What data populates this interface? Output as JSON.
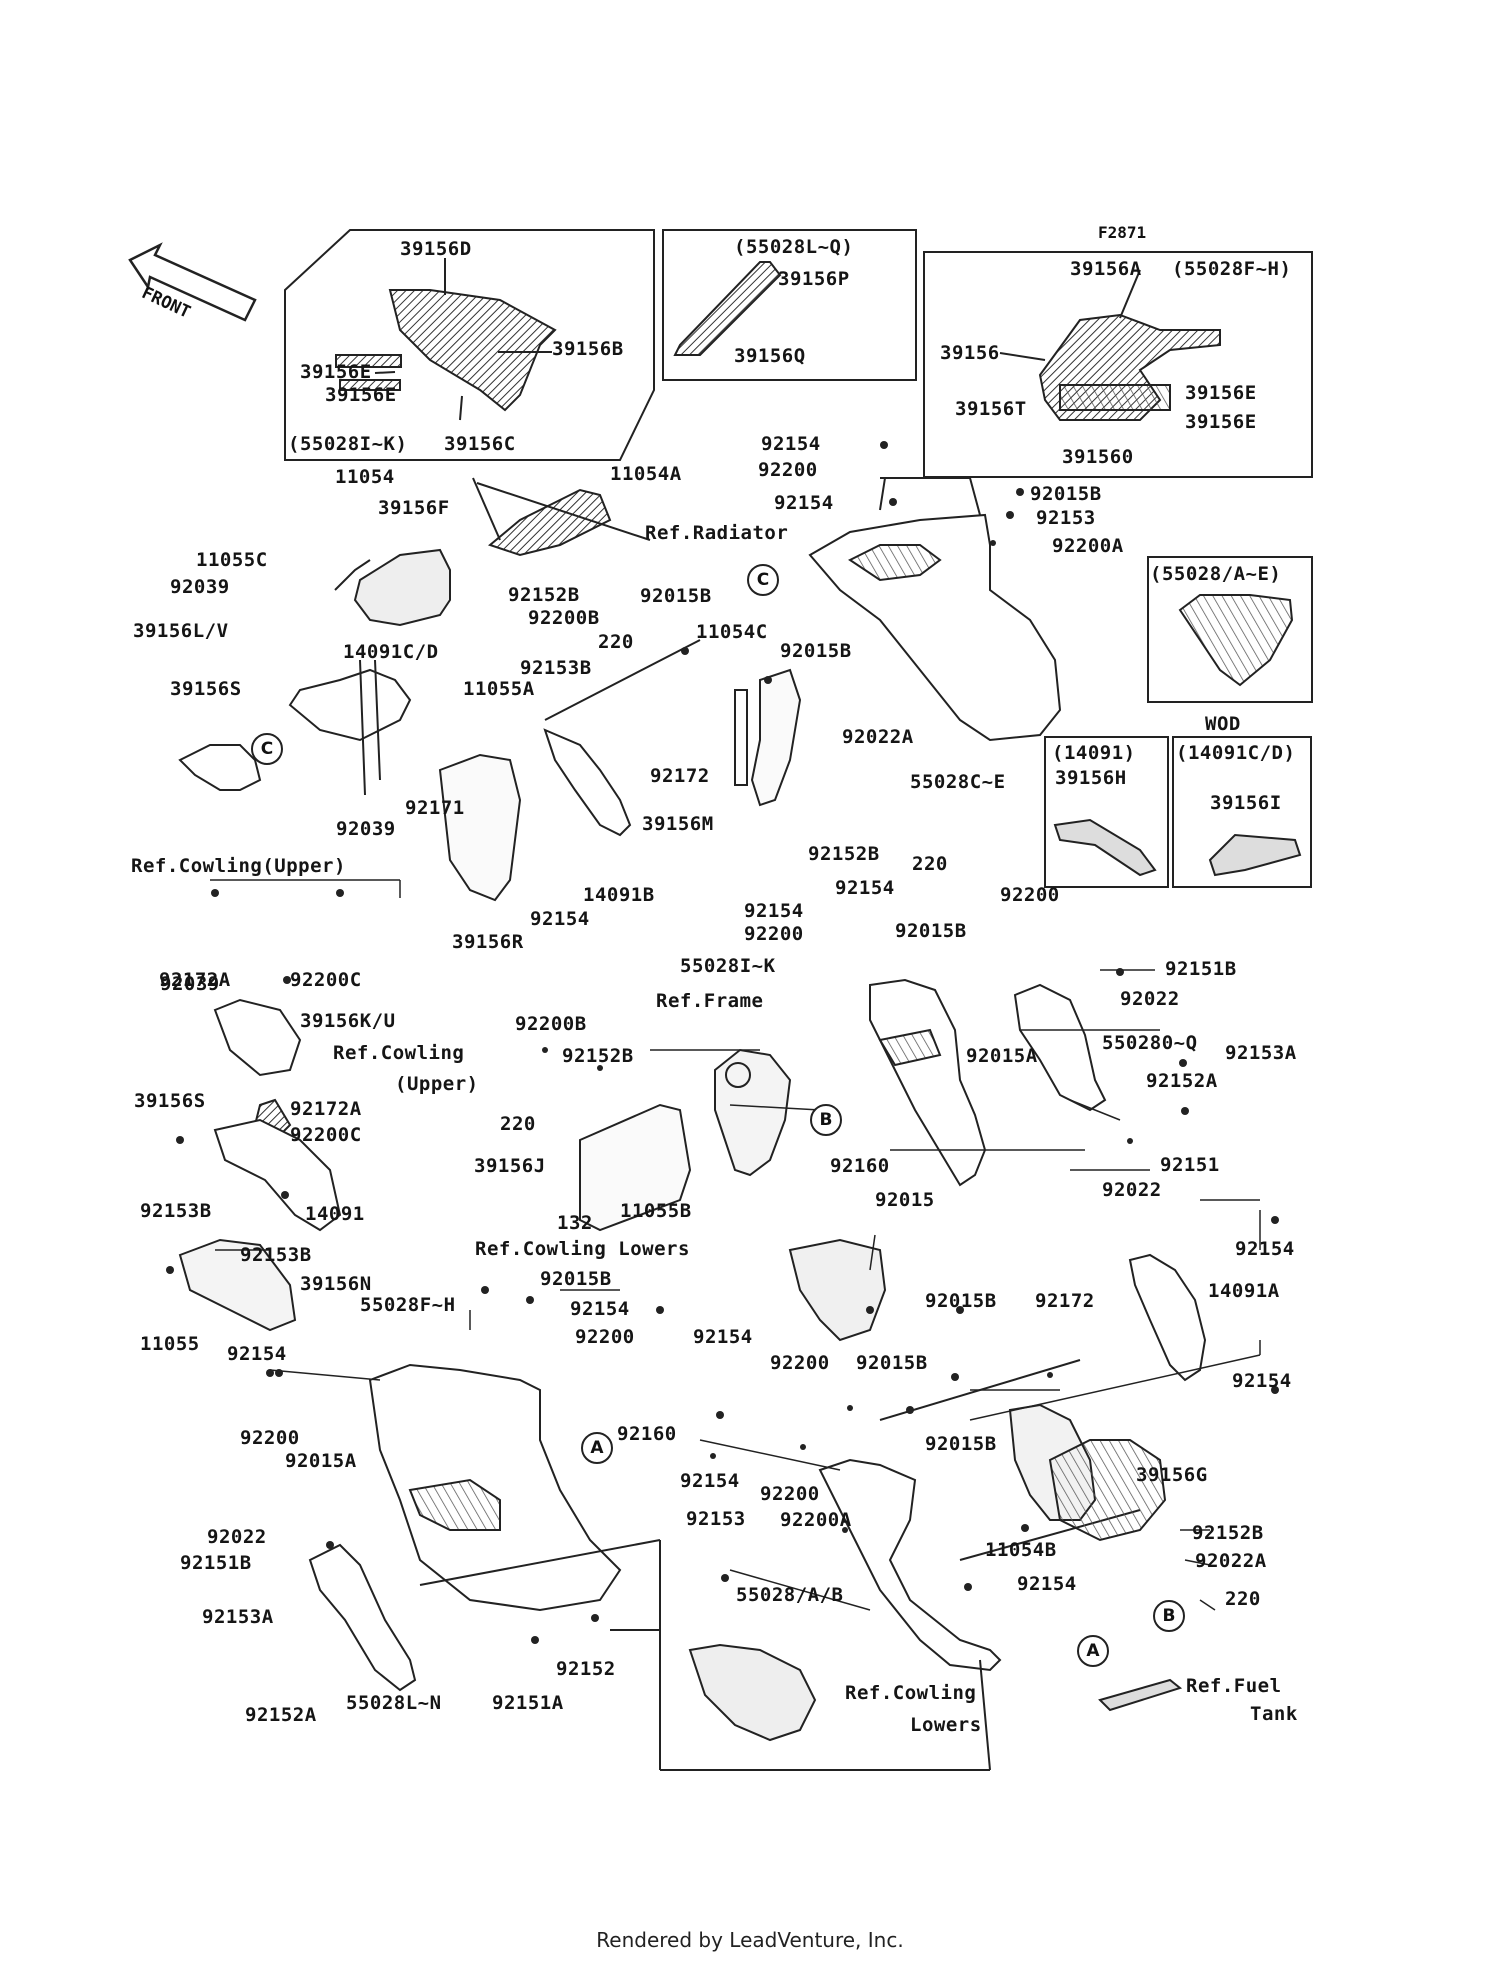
{
  "figure_id": "F2871",
  "front_label": "FRONT",
  "footer": "Rendered by LeadVenture, Inc.",
  "boxes": {
    "box1_variant": "(55028I~K)",
    "box2_variant": "(55028L~Q)",
    "box3_variant": "(55028F~H)",
    "box4_variant": "(55028/A~E)",
    "box4_caption": "WOD",
    "box5_variant": "(14091)",
    "box6_variant": "(14091C/D)"
  },
  "callouts": {
    "A": "A",
    "B": "B",
    "C": "C"
  },
  "labels": [
    "39156D",
    "39156B",
    "39156E",
    "39156E",
    "39156C",
    "39156P",
    "39156Q",
    "39156A",
    "39156",
    "39156E",
    "39156T",
    "39156E",
    "391560",
    "39156H",
    "39156I",
    "11054",
    "11054A",
    "Ref.Radiator",
    "39156F",
    "11055C",
    "92039",
    "92152B",
    "92200B",
    "220",
    "39156L/V",
    "92015B",
    "11054C",
    "14091C/D",
    "92153B",
    "11055A",
    "39156S",
    "92015B",
    "92154",
    "92200",
    "92154",
    "92015B",
    "92153",
    "92200A",
    "92172",
    "92022A",
    "55028C~E",
    "39156M",
    "92152B",
    "220",
    "92171",
    "92039",
    "Ref.Cowling(Upper)",
    "14091B",
    "92154",
    "39156R",
    "92172A",
    "92200C",
    "92154",
    "92200",
    "92154",
    "92200",
    "92015B",
    "55028I~K",
    "Ref.Frame",
    "92151B",
    "92022",
    "550280~Q",
    "92015A",
    "92153A",
    "92152A",
    "92039",
    "39156K/U",
    "Ref.Cowling",
    "(Upper)",
    "92200B",
    "92152B",
    "220",
    "39156S",
    "92172A",
    "92200C",
    "39156J",
    "92160",
    "92015",
    "92022",
    "92151",
    "92153B",
    "14091",
    "92153B",
    "132",
    "11055B",
    "Ref.Cowling Lowers",
    "39156N",
    "11055",
    "92154",
    "92015B",
    "55028F~H",
    "92154",
    "92200",
    "92154",
    "14091A",
    "92015B",
    "92172",
    "92154",
    "92200",
    "92015B",
    "92154",
    "92200",
    "92015A",
    "92160",
    "92015B",
    "92154",
    "92200",
    "39156G",
    "92022",
    "92151B",
    "92153",
    "92200A",
    "11054B",
    "92152B",
    "92022A",
    "92154",
    "55028/A/B",
    "220",
    "92153A",
    "92152",
    "92152A",
    "55028L~N",
    "92151A",
    "Ref.Cowling",
    "Lowers",
    "Ref.Fuel",
    "Tank"
  ]
}
